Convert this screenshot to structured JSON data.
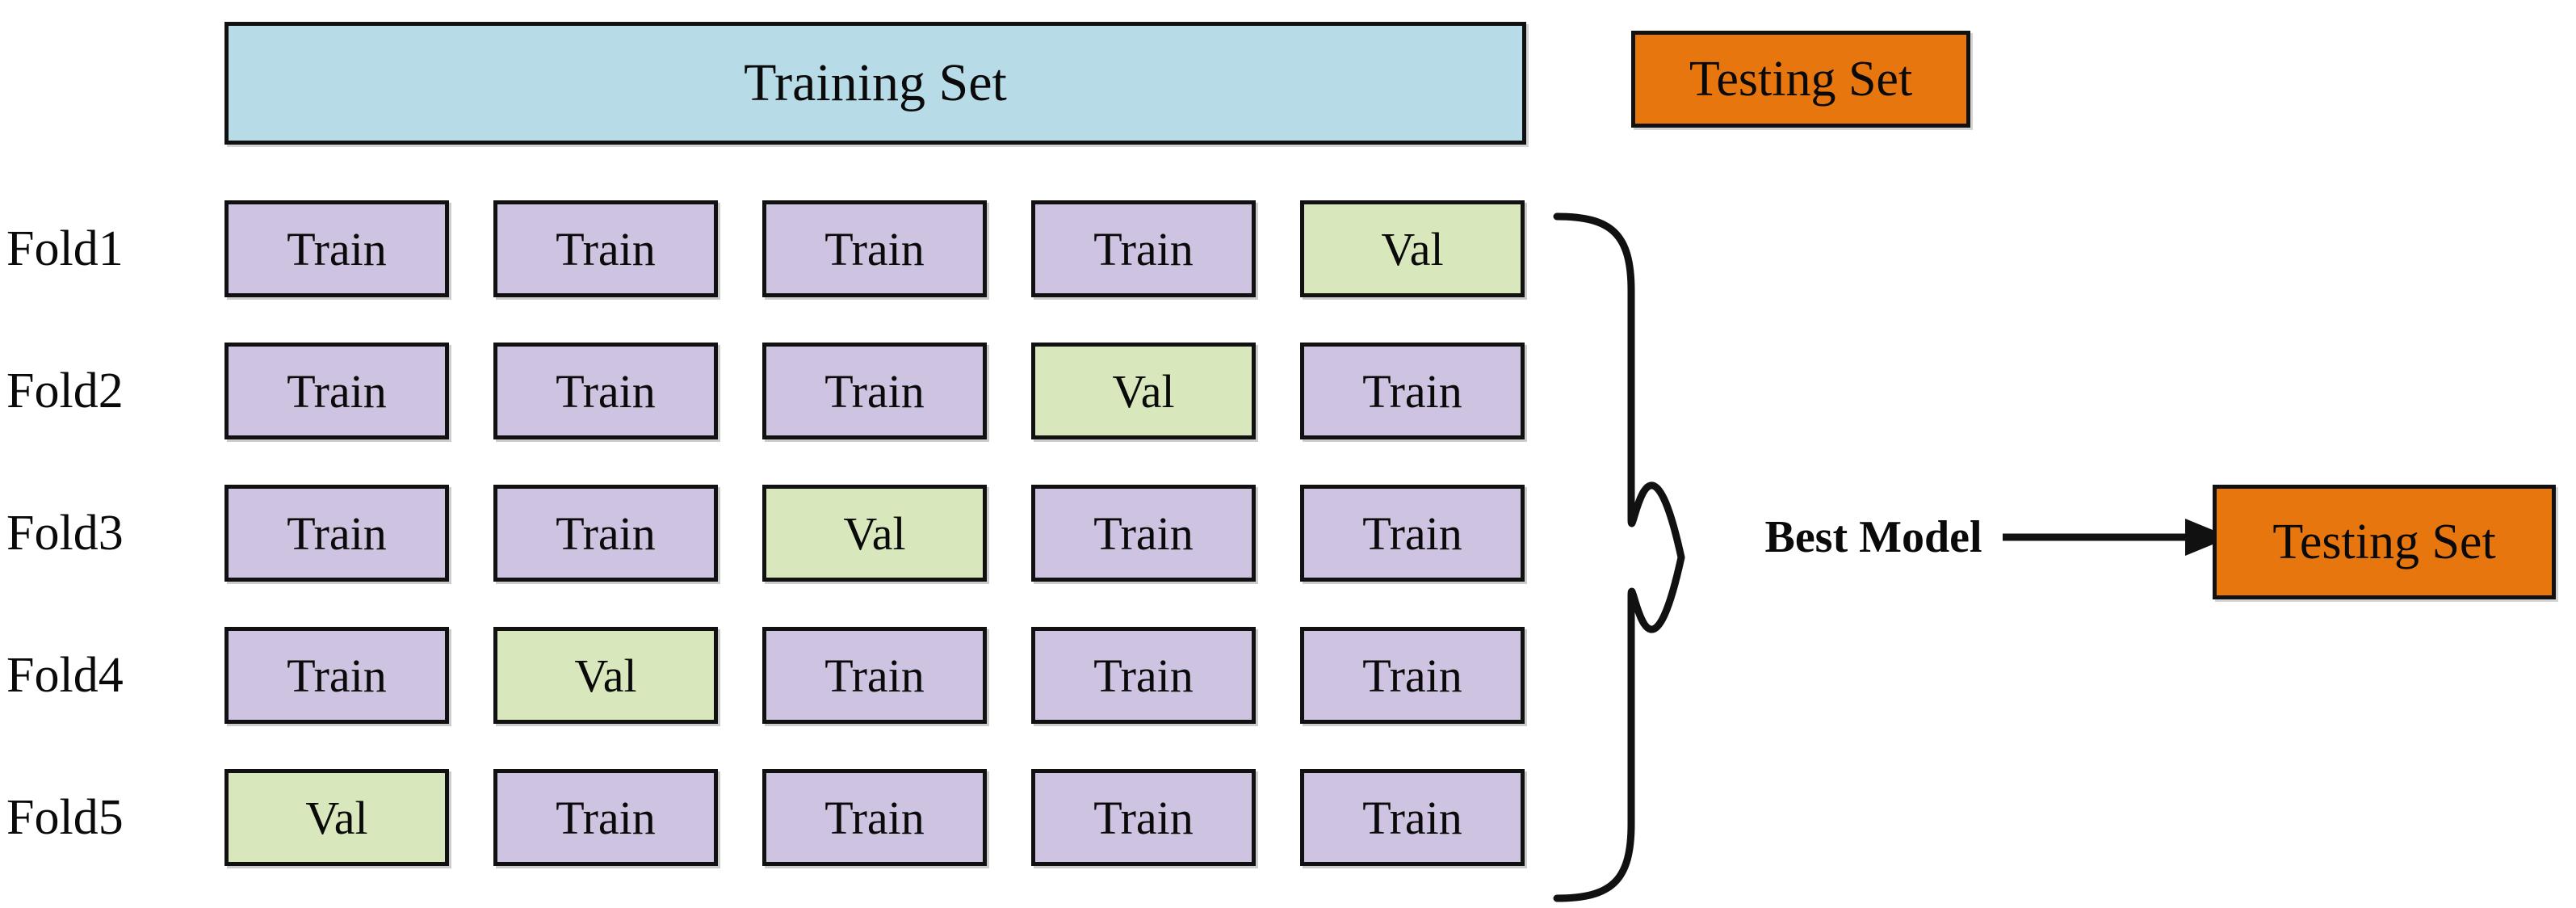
{
  "diagram": {
    "title_top_left": "Training Set",
    "title_top_right": "Testing Set",
    "best_model_label": "Best Model",
    "result_box_label": "Testing Set"
  },
  "colors": {
    "training_banner": "#b7dce8",
    "testing_banner": "#e8760e",
    "train_cell": "#cec3e0",
    "val_cell": "#d8e7bc",
    "border": "#111111",
    "text": "#0a0a0a"
  },
  "folds": [
    {
      "label": "Fold1",
      "cells": [
        {
          "text": "Train",
          "kind": "train"
        },
        {
          "text": "Train",
          "kind": "train"
        },
        {
          "text": "Train",
          "kind": "train"
        },
        {
          "text": "Train",
          "kind": "train"
        },
        {
          "text": "Val",
          "kind": "val"
        }
      ]
    },
    {
      "label": "Fold2",
      "cells": [
        {
          "text": "Train",
          "kind": "train"
        },
        {
          "text": "Train",
          "kind": "train"
        },
        {
          "text": "Train",
          "kind": "train"
        },
        {
          "text": "Val",
          "kind": "val"
        },
        {
          "text": "Train",
          "kind": "train"
        }
      ]
    },
    {
      "label": "Fold3",
      "cells": [
        {
          "text": "Train",
          "kind": "train"
        },
        {
          "text": "Train",
          "kind": "train"
        },
        {
          "text": "Val",
          "kind": "val"
        },
        {
          "text": "Train",
          "kind": "train"
        },
        {
          "text": "Train",
          "kind": "train"
        }
      ]
    },
    {
      "label": "Fold4",
      "cells": [
        {
          "text": "Train",
          "kind": "train"
        },
        {
          "text": "Val",
          "kind": "val"
        },
        {
          "text": "Train",
          "kind": "train"
        },
        {
          "text": "Train",
          "kind": "train"
        },
        {
          "text": "Train",
          "kind": "train"
        }
      ]
    },
    {
      "label": "Fold5",
      "cells": [
        {
          "text": "Val",
          "kind": "val"
        },
        {
          "text": "Train",
          "kind": "train"
        },
        {
          "text": "Train",
          "kind": "train"
        },
        {
          "text": "Train",
          "kind": "train"
        },
        {
          "text": "Train",
          "kind": "train"
        }
      ]
    }
  ],
  "icons": {
    "brace": "right-curly-brace-icon",
    "arrow": "right-arrow-icon"
  }
}
